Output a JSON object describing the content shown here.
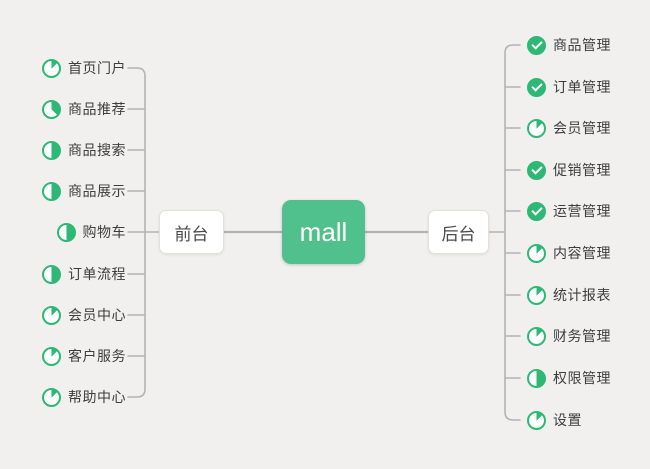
{
  "root": {
    "label": "mall"
  },
  "colors": {
    "node_green": "#50c18c",
    "icon_green": "#2eb875",
    "line": "#b3b3b1",
    "background": "#f1f0ee",
    "text": "#3d3d3d"
  },
  "left_branch": {
    "label": "前台",
    "items": [
      {
        "label": "首页门户",
        "icon": "pie-12",
        "status": "progress-1-8"
      },
      {
        "label": "商品推荐",
        "icon": "pie-37",
        "status": "progress-3-8"
      },
      {
        "label": "商品搜索",
        "icon": "pie-50",
        "status": "progress-1-2"
      },
      {
        "label": "商品展示",
        "icon": "pie-50",
        "status": "progress-1-2"
      },
      {
        "label": "购物车",
        "icon": "pie-50",
        "status": "progress-1-2"
      },
      {
        "label": "订单流程",
        "icon": "pie-50",
        "status": "progress-1-2"
      },
      {
        "label": "会员中心",
        "icon": "pie-12",
        "status": "progress-1-8"
      },
      {
        "label": "客户服务",
        "icon": "pie-12",
        "status": "progress-1-8"
      },
      {
        "label": "帮助中心",
        "icon": "pie-12",
        "status": "progress-1-8"
      }
    ]
  },
  "right_branch": {
    "label": "后台",
    "items": [
      {
        "label": "商品管理",
        "icon": "check",
        "status": "done"
      },
      {
        "label": "订单管理",
        "icon": "check",
        "status": "done"
      },
      {
        "label": "会员管理",
        "icon": "pie-12",
        "status": "progress-1-8"
      },
      {
        "label": "促销管理",
        "icon": "check",
        "status": "done"
      },
      {
        "label": "运营管理",
        "icon": "check",
        "status": "done"
      },
      {
        "label": "内容管理",
        "icon": "pie-12",
        "status": "progress-1-8"
      },
      {
        "label": "统计报表",
        "icon": "pie-12",
        "status": "progress-1-8"
      },
      {
        "label": "财务管理",
        "icon": "pie-12",
        "status": "progress-1-8"
      },
      {
        "label": "权限管理",
        "icon": "pie-50",
        "status": "progress-1-2"
      },
      {
        "label": "设置",
        "icon": "pie-12",
        "status": "progress-1-8"
      }
    ]
  }
}
